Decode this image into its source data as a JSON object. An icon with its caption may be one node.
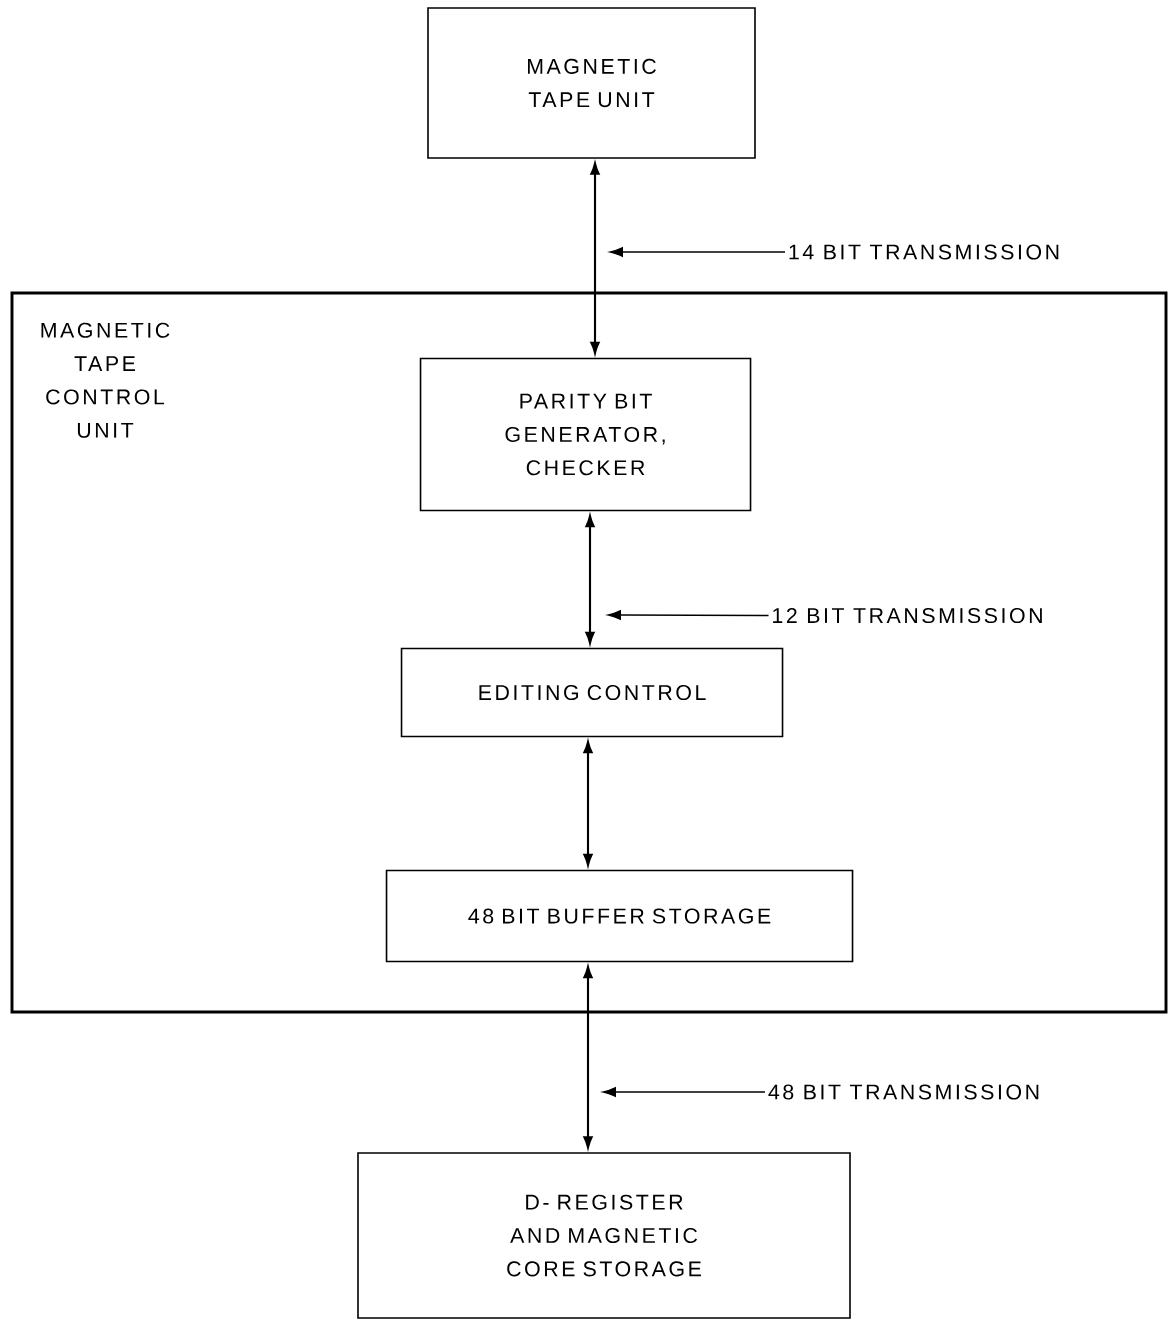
{
  "diagram": {
    "nodes": [
      {
        "text": [
          "MAGNETIC TAPE UNIT"
        ]
      },
      {
        "text": [
          "MAGNETIC TAPE CONTROL UNIT"
        ]
      },
      {
        "text": [
          "PARITY BIT GENERATOR, CHECKER"
        ],
        "in": 1
      },
      {
        "text": [
          "EDITING CONTROL"
        ],
        "in": 1
      },
      {
        "text": [
          "48 BIT BUFFER STORAGE"
        ],
        "in": 1
      },
      {
        "text": [
          "D- REGISTER AND MAGNETIC CORE STORAGE"
        ]
      },
      {
        "text": [
          "14 BIT TRANSMISSION"
        ]
      },
      {
        "text": [
          "12 BIT TRANSMISSION"
        ],
        "in": 1
      },
      {
        "text": [
          "48 BIT TRANSMISSION"
        ]
      }
    ],
    "edges": [
      {
        "from": 0,
        "to": 2,
        "arrow": "both"
      },
      {
        "from": 2,
        "to": 3,
        "arrow": "both"
      },
      {
        "from": 3,
        "to": 4,
        "arrow": "both"
      },
      {
        "from": 4,
        "to": 5,
        "arrow": "both"
      },
      {
        "from": 6,
        "to": null,
        "arrow": "to"
      },
      {
        "from": 7,
        "to": null,
        "arrow": "to"
      },
      {
        "from": 8,
        "to": null,
        "arrow": "to"
      }
    ]
  }
}
